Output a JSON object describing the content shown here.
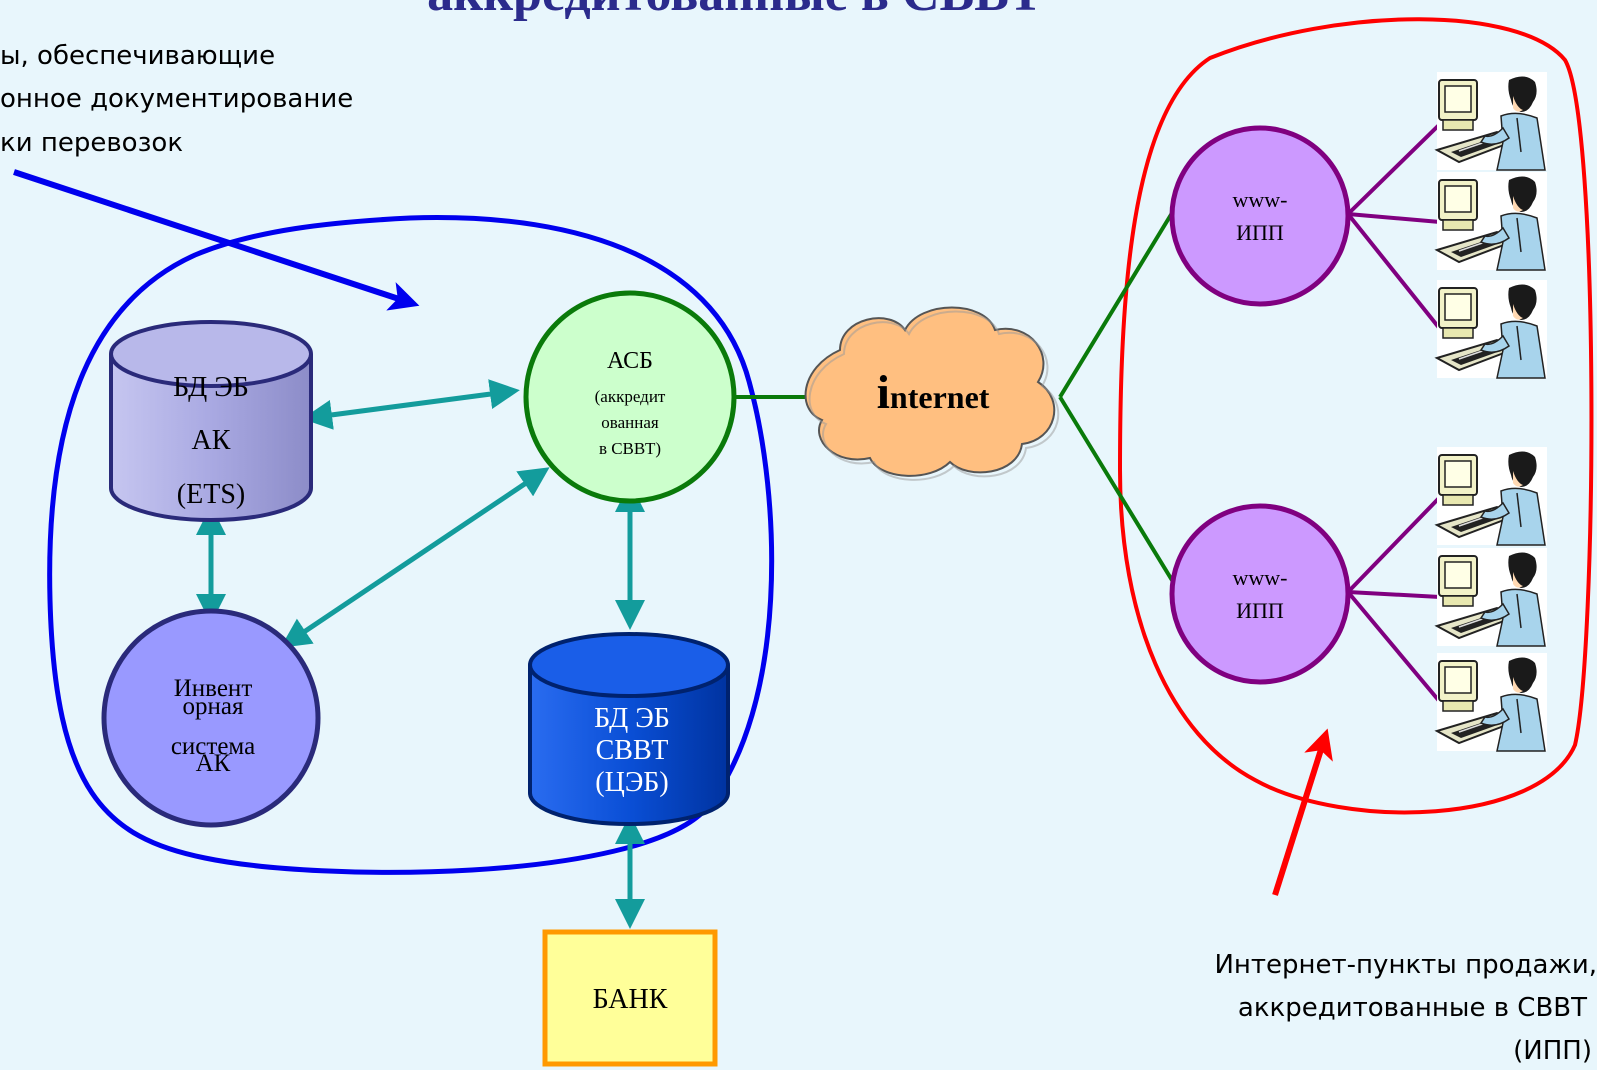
{
  "slide": {
    "title_fragment": "аккредитованные в СВВТ",
    "top_note": [
      "ы, обеспечивающие",
      "онное документирование",
      "ки перевозок"
    ],
    "bottom_note": [
      "Интернет-пункты продажи,",
      "аккредитованные в СВВТ",
      "(ИПП)"
    ]
  },
  "nodes": {
    "db_ak": [
      "БД ЭБ",
      "АК",
      "(ETS)"
    ],
    "asb": [
      "АСБ",
      "(аккредит",
      "ованная",
      "в СВВТ)"
    ],
    "inventory": [
      "Инвент",
      "орная",
      "система",
      "АК"
    ],
    "db_svvt": [
      "БД ЭБ",
      "СВВТ",
      "(ЦЭБ)"
    ],
    "bank": "БАНК",
    "internet_initial": "i",
    "internet_rest": "nternet",
    "ipp_top": [
      "www-",
      "ИПП"
    ],
    "ipp_bottom": [
      "www-",
      "ИПП"
    ]
  },
  "colors": {
    "background": "#e8f6fc",
    "title": "#2b2b8c",
    "blue_boundary": "#0000ee",
    "red_boundary": "#ff0000",
    "teal_arrow": "#139c9c",
    "green_link": "#0a7a0a",
    "purple_link": "#800080",
    "cloud_fill": "#ffbf80",
    "ipp_fill": "#cc99ff",
    "asb_fill": "#ccffcc",
    "inventory_fill": "#9999ff",
    "db_ak_fill": "#b0b0e6",
    "db_svvt_fill": "#0a4fd6",
    "bank_fill": "#ffff99",
    "bank_border": "#ff9900"
  },
  "icons": [
    "computer-user-icon",
    "computer-user-icon",
    "computer-user-icon",
    "computer-user-icon",
    "computer-user-icon",
    "computer-user-icon"
  ]
}
